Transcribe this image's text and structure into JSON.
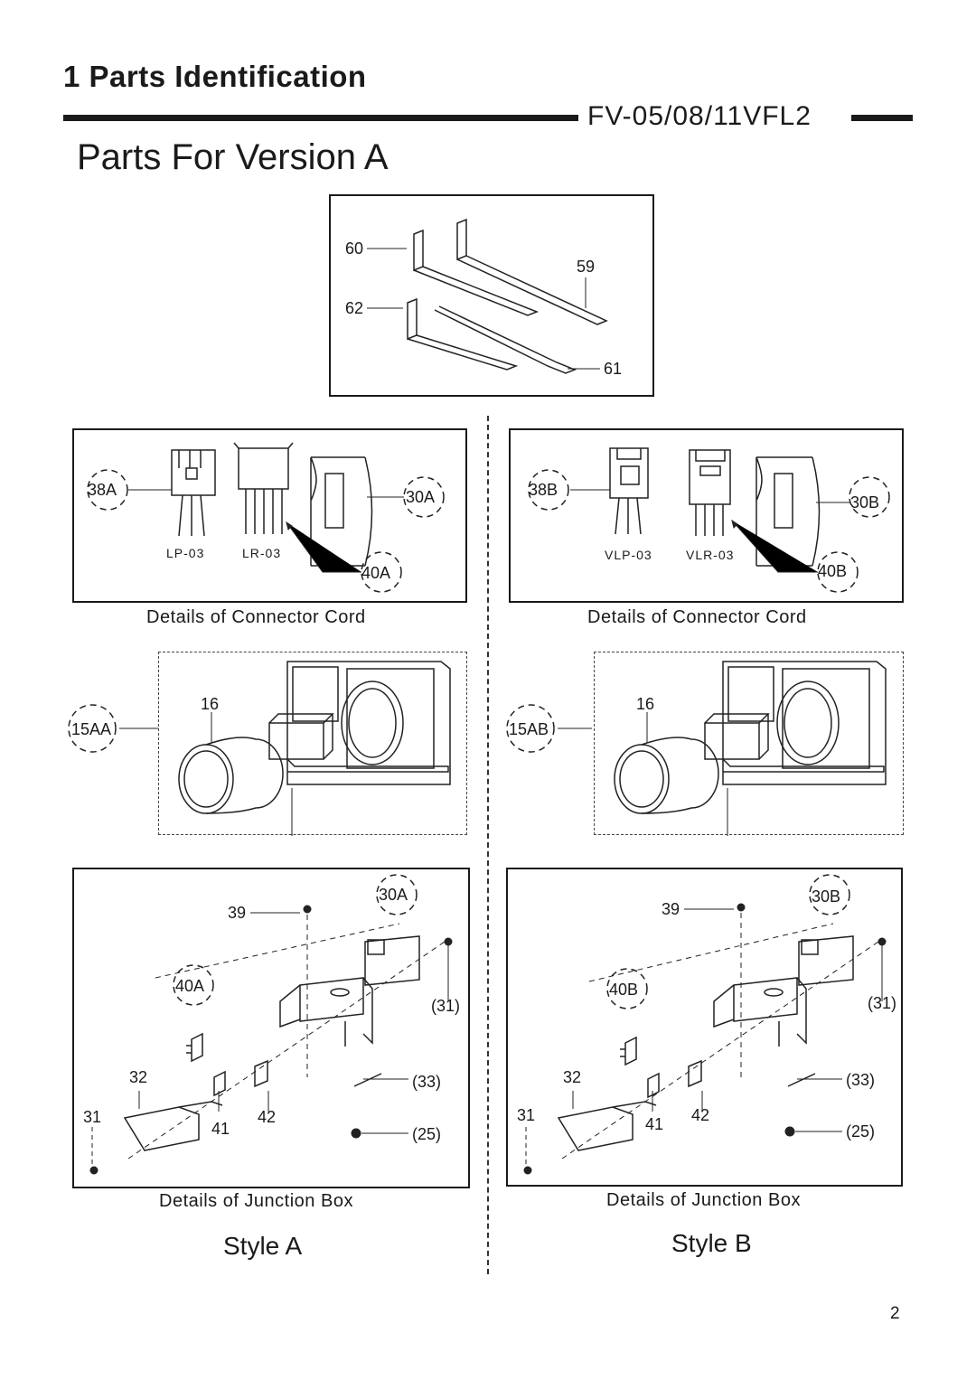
{
  "section": {
    "title": "1 Parts Identification",
    "model": "FV-05/08/11VFL2"
  },
  "heading": "Parts For Version A",
  "brackets": {
    "labels": [
      "60",
      "59",
      "62",
      "61"
    ]
  },
  "connector_a": {
    "tag1": "38A",
    "tag2": "30A",
    "tag3": "40A",
    "plug1": "LP-03",
    "plug2": "LR-03",
    "caption": "Details of Connector Cord"
  },
  "connector_b": {
    "tag1": "38B",
    "tag2": "30B",
    "tag3": "40B",
    "plug1": "VLP-03",
    "plug2": "VLR-03",
    "caption": "Details of Connector Cord"
  },
  "fan_a": {
    "tag": "15AA",
    "part": "16"
  },
  "fan_b": {
    "tag": "15AB",
    "part": "16"
  },
  "junction_a": {
    "p39": "39",
    "p30": "30A",
    "p40": "40A",
    "p31a": "(31)",
    "p32": "32",
    "p33": "(33)",
    "p31b": "31",
    "p41": "41",
    "p42": "42",
    "p25": "(25)",
    "caption": "Details of Junction Box"
  },
  "junction_b": {
    "p39": "39",
    "p30": "30B",
    "p40": "40B",
    "p31a": "(31)",
    "p32": "32",
    "p33": "(33)",
    "p31b": "31",
    "p41": "41",
    "p42": "42",
    "p25": "(25)",
    "caption": "Details of Junction Box"
  },
  "styles": {
    "a": "Style A",
    "b": "Style B"
  },
  "page_number": "2"
}
